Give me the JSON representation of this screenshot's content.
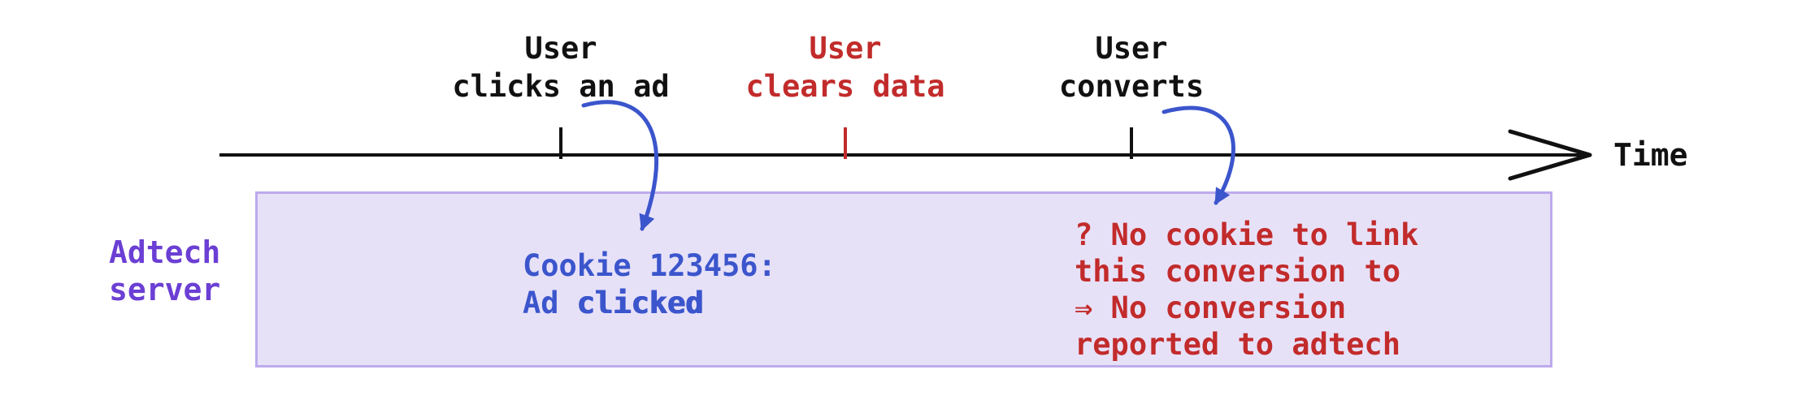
{
  "colors": {
    "black": "#111111",
    "red": "#c22b2b",
    "purple": "#6b3fd4",
    "blue": "#3b55cc",
    "box-fill": "#e7e1f8",
    "box-border": "#bcaaec"
  },
  "timeline": {
    "axis_label": "Time",
    "events": [
      {
        "line1": "User",
        "line2": "clicks an ad",
        "color": "black"
      },
      {
        "line1": "User",
        "line2": "clears data",
        "color": "red"
      },
      {
        "line1": "User",
        "line2": "converts",
        "color": "black"
      }
    ]
  },
  "server_lane": {
    "label_line1": "Adtech",
    "label_line2": "server",
    "cookie_note": {
      "line1": "Cookie 123456:",
      "line2_prefix": "Ad ",
      "line2_emphasis": "clicked"
    },
    "no_cookie_note": {
      "line1": "? No cookie to link",
      "line2": "this conversion to",
      "line3": "⇒ No conversion",
      "line4": "reported to adtech"
    }
  }
}
